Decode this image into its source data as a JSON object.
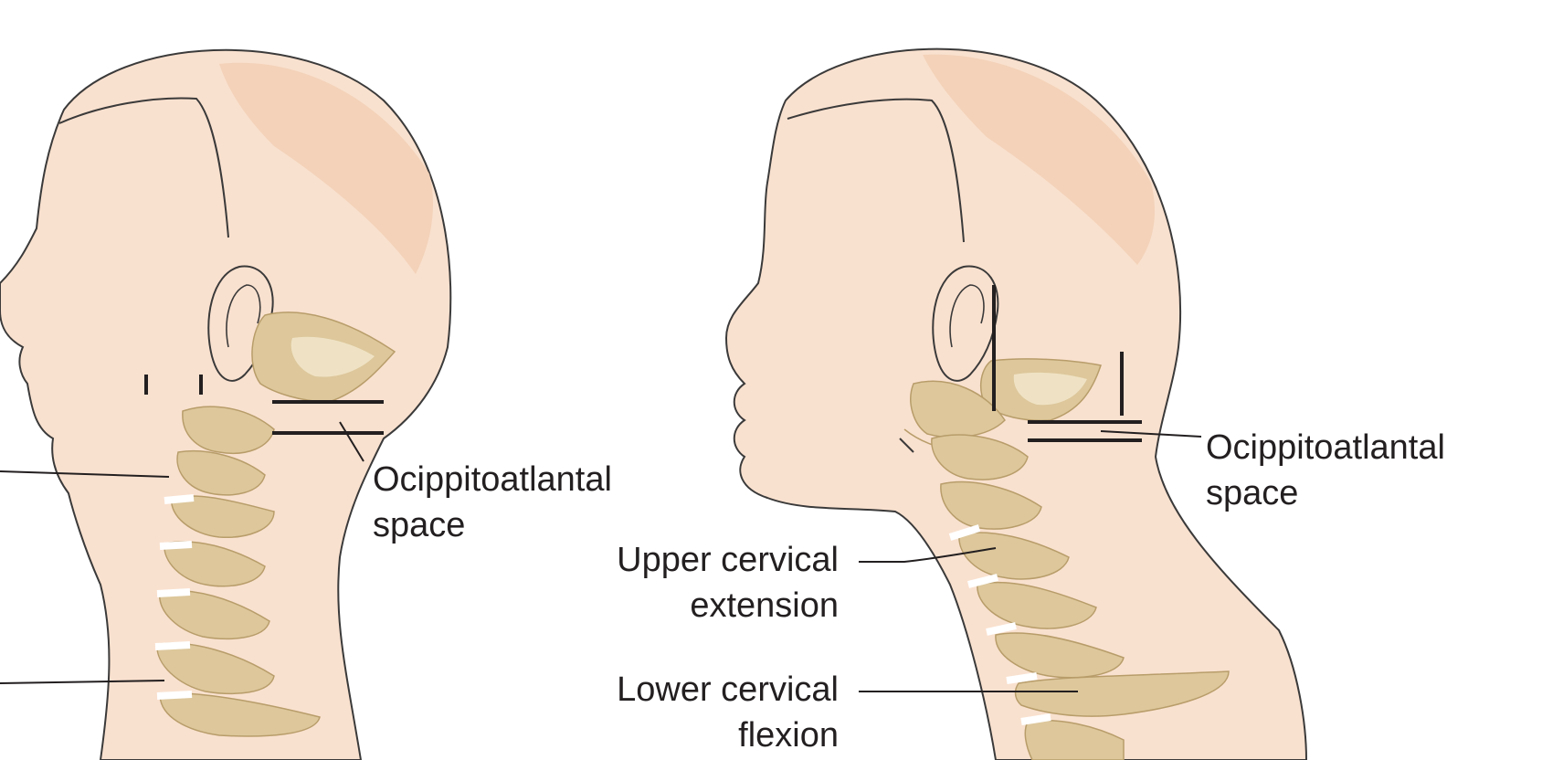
{
  "colors": {
    "skin": "#f9e1cf",
    "skin_shadow": "#f1ceb3",
    "outline": "#3b3a3a",
    "bone": "#ddc79b",
    "bone_light": "#efe2c4",
    "bone_dark": "#b89d6a",
    "disc": "#ffffff",
    "leader": "#231f20"
  },
  "labels": {
    "left_occipitoatlantal_line1": "Ocippitoatlantal",
    "left_occipitoatlantal_line2": "space",
    "right_occipitoatlantal_line1": "Ocippitoatlantal",
    "right_occipitoatlantal_line2": "space",
    "upper_cervical_line1": "Upper cervical",
    "upper_cervical_line2": "extension",
    "lower_cervical_line1": "Lower cervical",
    "lower_cervical_line2": "flexion"
  }
}
